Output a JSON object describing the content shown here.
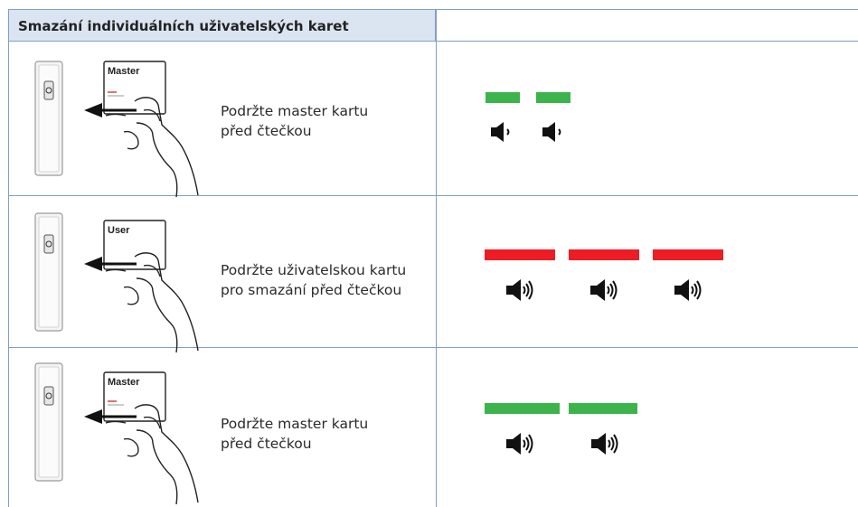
{
  "header": {
    "title": "Smazání individuálních uživatelských karet"
  },
  "rows": [
    {
      "card_label": "Master",
      "instruction": [
        "Podržte master kartu",
        "před čtečkou"
      ],
      "signals": {
        "led_color": "#3cb44b",
        "count": 2,
        "sound": "short-beep"
      }
    },
    {
      "card_label": "User",
      "instruction": [
        "Podržte uživatelskou kartu",
        "pro smazání před čtečkou"
      ],
      "signals": {
        "led_color": "#ee1c25",
        "count": 3,
        "sound": "long-beep"
      }
    },
    {
      "card_label": "Master",
      "instruction": [
        "Podržte master kartu",
        "před čtečkou"
      ],
      "signals": {
        "led_color": "#3cb44b",
        "count": 2,
        "sound": "long-beep"
      }
    }
  ],
  "icons": {
    "led": "led-bar-icon",
    "speaker_short": "speaker-short-icon",
    "speaker_long": "speaker-long-icon",
    "reader": "card-reader-icon",
    "hand": "hand-holding-card-icon",
    "arrow": "arrow-left-icon"
  }
}
